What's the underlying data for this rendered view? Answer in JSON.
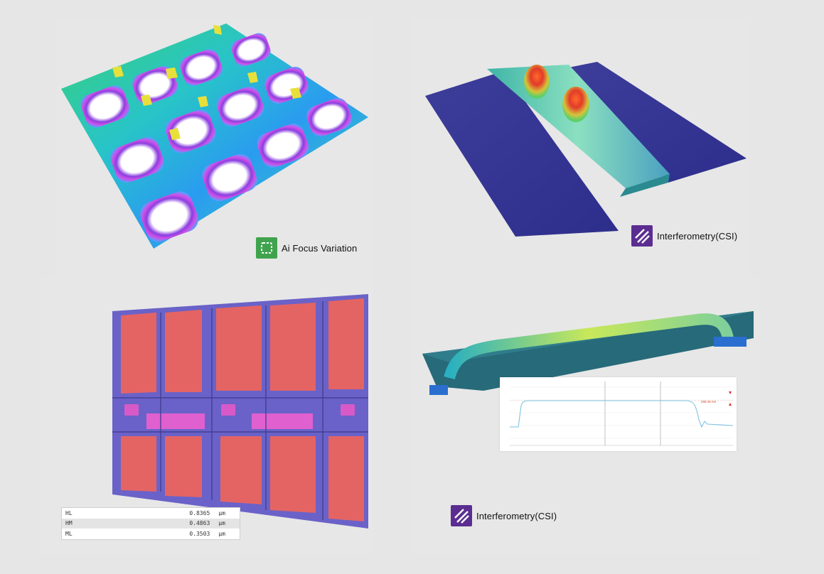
{
  "panels": {
    "top_left": {
      "badge_label": "Ai Focus Variation",
      "badge_icon": "focus-variation-icon",
      "badge_color": "#3fa34d"
    },
    "top_right": {
      "badge_label": "Interferometry(CSI)",
      "badge_icon": "interferometry-icon",
      "badge_color": "#5b2d91"
    },
    "bottom_right": {
      "badge_label": "Interferometry(CSI)",
      "badge_icon": "interferometry-icon",
      "badge_color": "#5b2d91"
    }
  },
  "measurement_table": {
    "rows": [
      {
        "key": "HL",
        "value": "0.8365",
        "unit": "µm"
      },
      {
        "key": "HM",
        "value": "0.4863",
        "unit": "µm"
      },
      {
        "key": "ML",
        "value": "0.3503",
        "unit": "µm"
      }
    ]
  },
  "profile_chart": {
    "annotation": "295.40 nm",
    "line_color": "#7fc3e0"
  }
}
